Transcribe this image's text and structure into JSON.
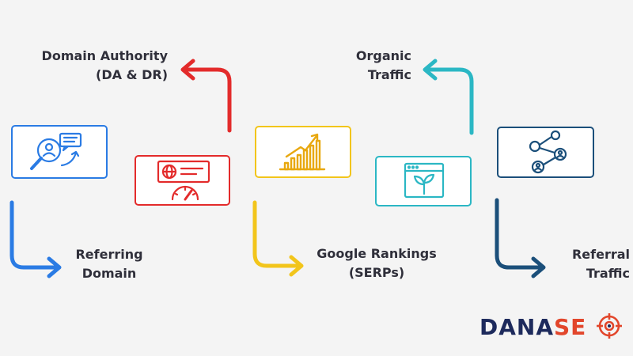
{
  "colors": {
    "blue": "#2a7be4",
    "red": "#e32b2b",
    "yellow": "#f2c51b",
    "teal": "#2bb7c4",
    "navy": "#1b4f7a",
    "text": "#2f2f3a",
    "logo_dark": "#1d2a5c",
    "logo_accent": "#e2462b"
  },
  "steps": [
    {
      "lines": [
        "Referring",
        "Domain"
      ],
      "icon": "search-user-icon",
      "color": "blue"
    },
    {
      "lines": [
        "Domain Authority",
        "(DA & DR)"
      ],
      "icon": "web-speedometer-icon",
      "color": "red"
    },
    {
      "lines": [
        "Google Rankings",
        "(SERPs)"
      ],
      "icon": "bar-chart-growth-icon",
      "color": "yellow"
    },
    {
      "lines": [
        "Organic",
        "Traffic"
      ],
      "icon": "browser-sprout-icon",
      "color": "teal"
    },
    {
      "lines": [
        "Referral",
        "Traffic"
      ],
      "icon": "share-network-icon",
      "color": "navy"
    }
  ],
  "logo": {
    "part1": "DANA",
    "part2": "SE",
    "icon": "target-crosshair-icon"
  }
}
